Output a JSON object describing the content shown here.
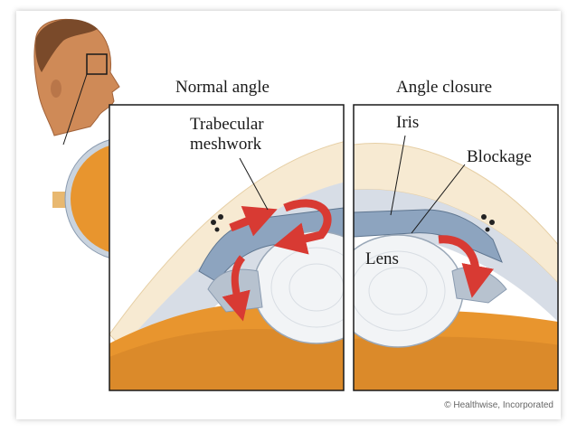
{
  "labels": {
    "normal_angle": "Normal angle",
    "angle_closure": "Angle closure",
    "trabecular_line1": "Trabecular",
    "trabecular_line2": "meshwork",
    "iris": "Iris",
    "blockage": "Blockage",
    "lens": "Lens"
  },
  "credit": "© Healthwise, Incorporated",
  "colors": {
    "skin": "#cf8a57",
    "eye_orange": "#e8952e",
    "lens_white": "#f2f4f6",
    "iris_blue": "#8da4bf",
    "cornea_cream": "#f7ead2",
    "arrow_red": "#d83a33",
    "frame": "#1a1a1a"
  }
}
